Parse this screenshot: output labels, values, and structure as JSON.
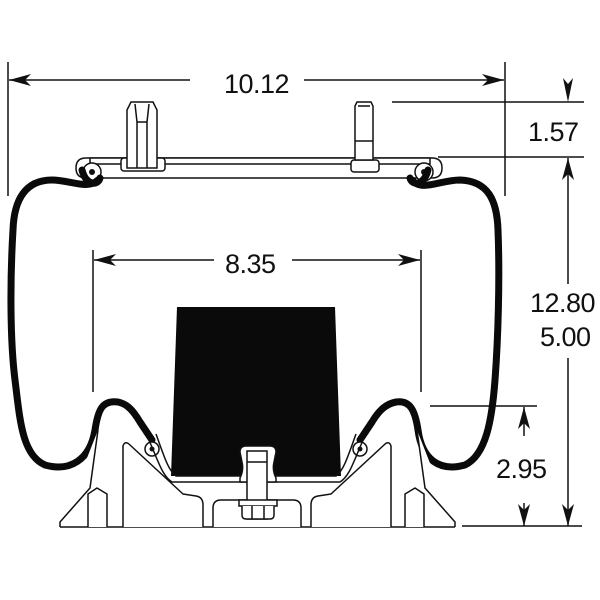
{
  "diagram": {
    "subject": "Air spring (rolling lobe) dimensional drawing",
    "colors": {
      "background": "#ffffff",
      "line": "#111111",
      "fill_dark": "#0a0a0a"
    },
    "dimensions": {
      "overall_width": "10.12",
      "piston_width": "8.35",
      "top_plate_stud_height": "1.57",
      "max_height": "12.80",
      "min_height": "5.00",
      "piston_height": "2.95"
    },
    "components": [
      "top-bead-plate",
      "blind-nut-stud",
      "air-fitting-stud",
      "rubber-bellows",
      "bumper",
      "piston-base",
      "bottom-bolt"
    ]
  }
}
